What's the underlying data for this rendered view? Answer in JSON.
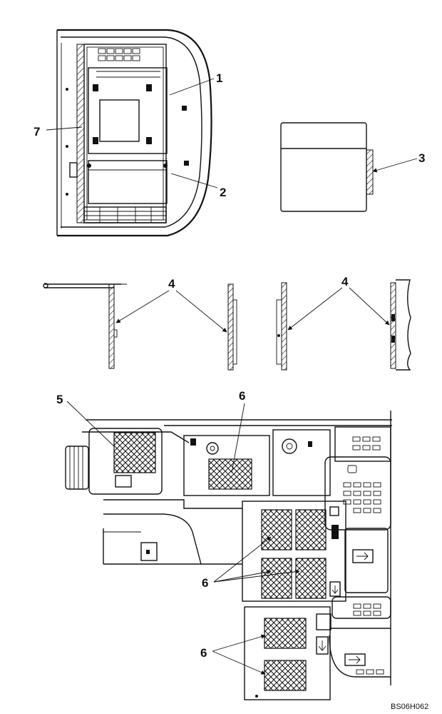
{
  "callouts": {
    "c1": "1",
    "c2": "2",
    "c3": "3",
    "c4a": "4",
    "c4b": "4",
    "c5": "5",
    "c6a": "6",
    "c6b": "6",
    "c6c": "6",
    "c7": "7"
  },
  "figure_code": "BS06H062"
}
